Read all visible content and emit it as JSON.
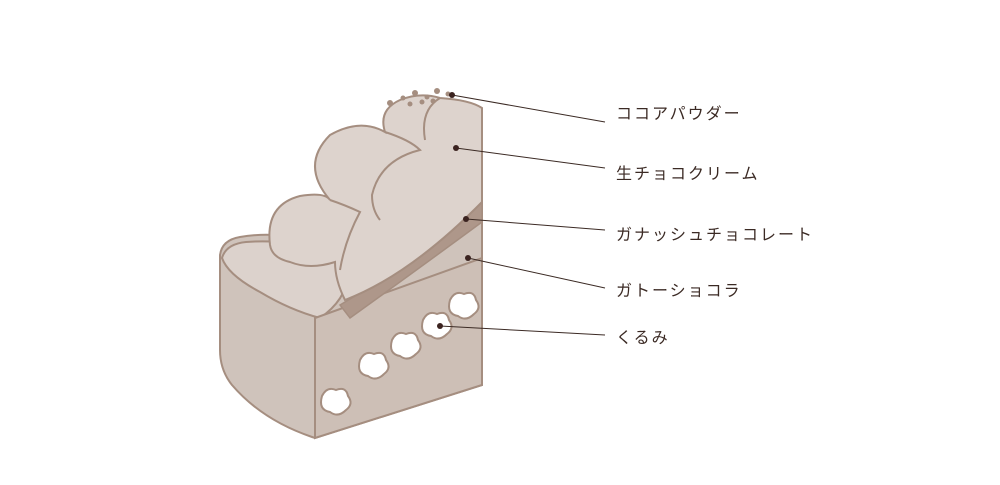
{
  "diagram": {
    "labels": [
      {
        "id": "cocoa",
        "text": "ココアパウダー"
      },
      {
        "id": "cream",
        "text": "生チョコクリーム"
      },
      {
        "id": "ganache",
        "text": "ガナッシュチョコレート"
      },
      {
        "id": "gateau",
        "text": "ガトーショコラ"
      },
      {
        "id": "walnut",
        "text": "くるみ"
      }
    ]
  },
  "colors": {
    "outline": "#a58e80",
    "cake_top": "#dcd2cc",
    "cake_body": "#cfc3bb",
    "cake_side": "#c9bcb3",
    "cream": "#ddd3cd",
    "ganache": "#ae978a",
    "leader_dot": "#3b2320",
    "leader_line": "#3b2a24",
    "text": "#3b2a24"
  }
}
